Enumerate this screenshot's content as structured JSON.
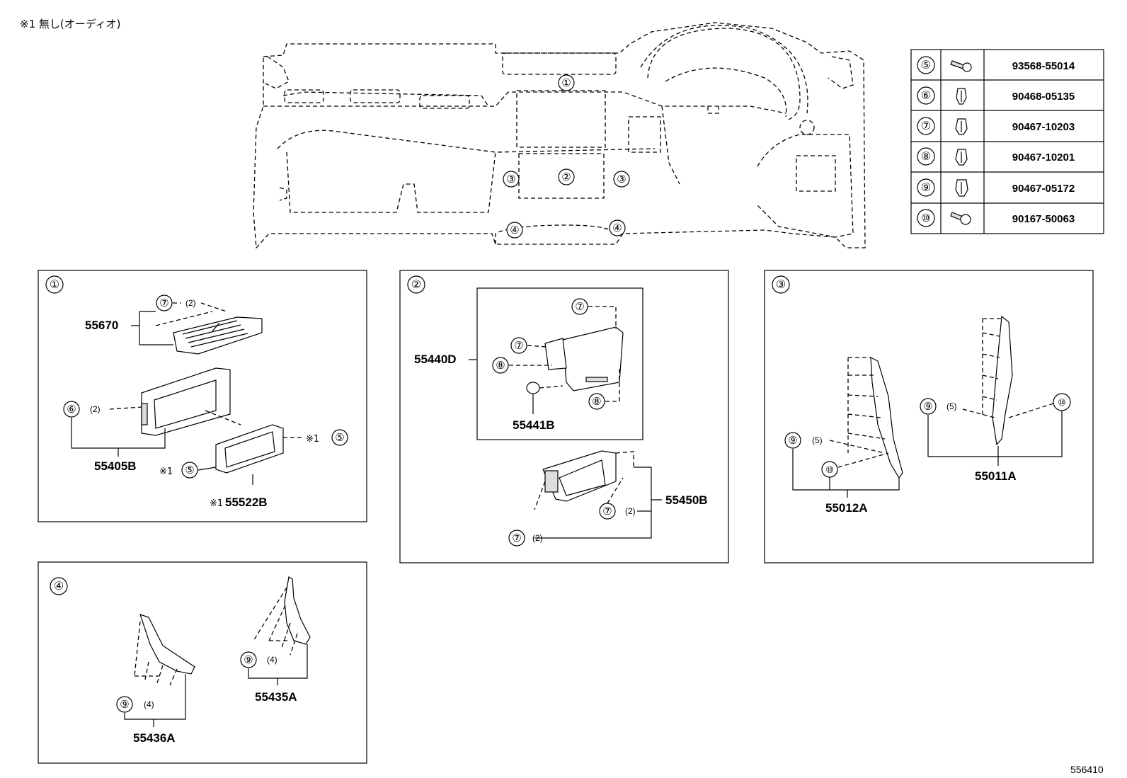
{
  "note": "※1 無し(オーディオ)",
  "footer_code": "556410",
  "fastener_table": [
    {
      "ref": "⑤",
      "part_no": "93568-55014",
      "icon": "screw-icon"
    },
    {
      "ref": "⑥",
      "part_no": "90468-05135",
      "icon": "clip-icon"
    },
    {
      "ref": "⑦",
      "part_no": "90467-10203",
      "icon": "clip-icon"
    },
    {
      "ref": "⑧",
      "part_no": "90467-10201",
      "icon": "clip-icon"
    },
    {
      "ref": "⑨",
      "part_no": "90467-05172",
      "icon": "clip-icon"
    },
    {
      "ref": "⑩",
      "part_no": "90167-50063",
      "icon": "screw-icon"
    }
  ],
  "overview_markers": {
    "m1": "①",
    "m2": "②",
    "m3": "③",
    "m4": "④"
  },
  "panel1": {
    "number": "①",
    "p55670": "55670",
    "p55405B": "55405B",
    "p55522B": "55522B",
    "mark": "※1",
    "c7": "⑦",
    "c7_qty": "(2)",
    "c6": "⑥",
    "c6_qty": "(2)",
    "c5": "⑤"
  },
  "panel2": {
    "number": "②",
    "p55440D": "55440D",
    "p55441B": "55441B",
    "p55450B": "55450B",
    "c7": "⑦",
    "c8": "⑧",
    "qty2": "(2)"
  },
  "panel3": {
    "number": "③",
    "p55012A": "55012A",
    "p55011A": "55011A",
    "c9": "⑨",
    "c10": "⑩",
    "qty5": "(5)"
  },
  "panel4": {
    "number": "④",
    "p55435A": "55435A",
    "p55436A": "55436A",
    "c9": "⑨",
    "qty4": "(4)"
  }
}
